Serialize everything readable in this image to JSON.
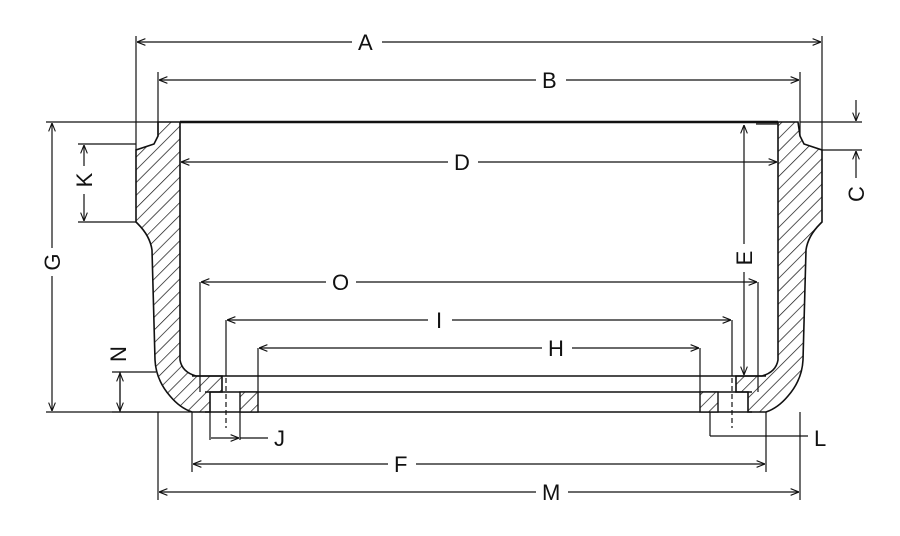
{
  "labels": {
    "A": "A",
    "B": "B",
    "C": "C",
    "D": "D",
    "E": "E",
    "F": "F",
    "G": "G",
    "H": "H",
    "I": "I",
    "J": "J",
    "K": "K",
    "L": "L",
    "M": "M",
    "N": "N",
    "O": "O"
  },
  "colors": {
    "line": "#111111",
    "hatch": "#111111",
    "background": "#ffffff"
  }
}
